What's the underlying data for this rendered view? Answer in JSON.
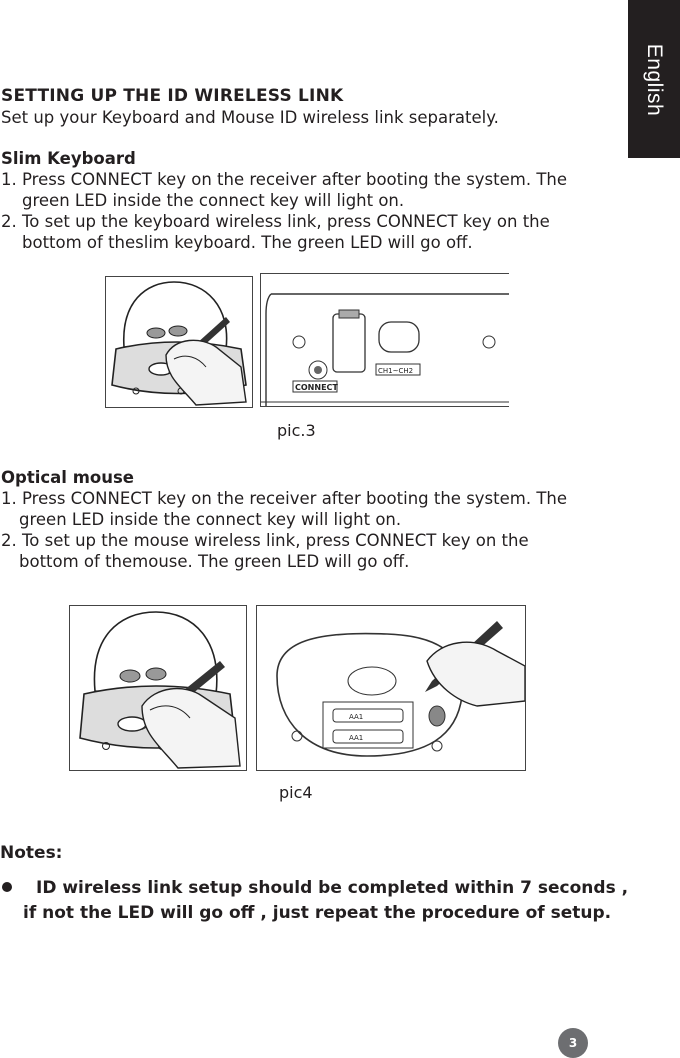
{
  "tab": {
    "label": "English"
  },
  "title": "SETTING UP THE ID WIRELESS LINK",
  "intro": "Set up your Keyboard and Mouse ID wireless link separately.",
  "keyboard": {
    "heading": "Slim Keyboard",
    "step1_line1": "1. Press CONNECT key on the receiver after booting the system. The",
    "step1_line2": "green LED inside the connect key will light on.",
    "step2_line1": "2. To set up the keyboard wireless link, press CONNECT key on the",
    "step2_line2": "bottom of theslim keyboard. The green LED will go off.",
    "caption": "pic.3",
    "fig_label": "CONNECT",
    "fig_label2": "CH1~CH2"
  },
  "mouse": {
    "heading": "Optical mouse",
    "step1_line1": "1. Press CONNECT key on the receiver after booting the system. The",
    "step1_line2": "green LED inside the connect key will light on.",
    "step2_line1": "2. To set up the mouse wireless link, press CONNECT key on the",
    "step2_line2": "bottom of themouse. The green LED will go off.",
    "caption": "pic4",
    "battery1": "AA1",
    "battery2": "AA1"
  },
  "notes": {
    "heading": "Notes:",
    "line1": "ID wireless link setup should be completed within 7 seconds ,",
    "line2": "if not the LED will go off , just repeat the procedure of setup."
  },
  "page_number": "3"
}
